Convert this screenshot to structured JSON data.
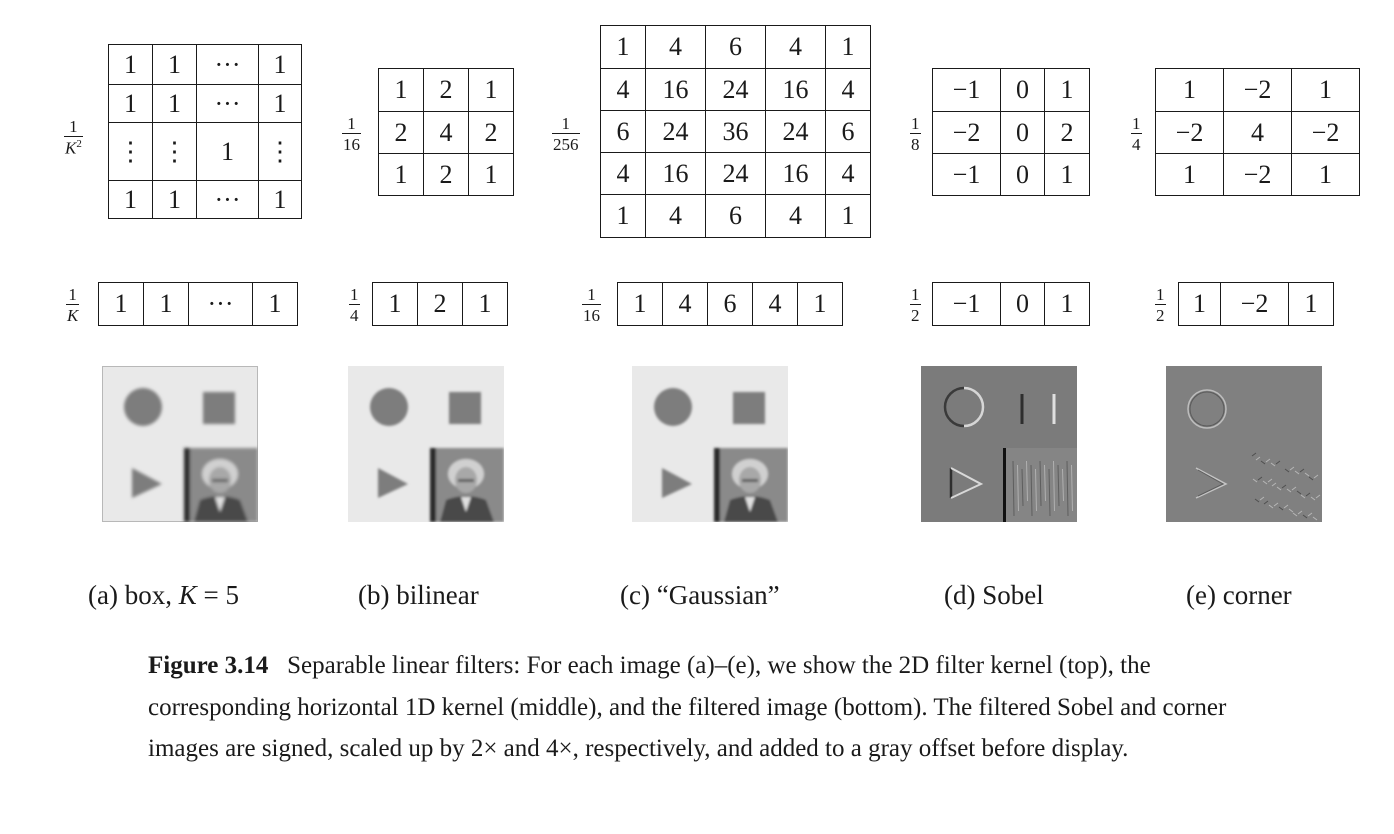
{
  "panels": [
    {
      "id": "a",
      "scale2d": {
        "num": "1",
        "den_var": "K",
        "den_exp": "2"
      },
      "kernel2d": [
        [
          "1",
          "1",
          "···",
          "1"
        ],
        [
          "1",
          "1",
          "···",
          "1"
        ],
        [
          "⋮",
          "⋮",
          "1",
          "⋮"
        ],
        [
          "1",
          "1",
          "···",
          "1"
        ]
      ],
      "scale1d": {
        "num": "1",
        "den_var": "K"
      },
      "kernel1d": [
        "1",
        "1",
        "···",
        "1"
      ],
      "label_prefix": "(a) box, ",
      "label_var": "K",
      "label_suffix": " = 5",
      "image_style": "blur-box"
    },
    {
      "id": "b",
      "scale2d": {
        "num": "1",
        "den": "16"
      },
      "kernel2d": [
        [
          "1",
          "2",
          "1"
        ],
        [
          "2",
          "4",
          "2"
        ],
        [
          "1",
          "2",
          "1"
        ]
      ],
      "scale1d": {
        "num": "1",
        "den": "4"
      },
      "kernel1d": [
        "1",
        "2",
        "1"
      ],
      "label": "(b) bilinear",
      "image_style": "blur"
    },
    {
      "id": "c",
      "scale2d": {
        "num": "1",
        "den": "256"
      },
      "kernel2d": [
        [
          "1",
          "4",
          "6",
          "4",
          "1"
        ],
        [
          "4",
          "16",
          "24",
          "16",
          "4"
        ],
        [
          "6",
          "24",
          "36",
          "24",
          "6"
        ],
        [
          "4",
          "16",
          "24",
          "16",
          "4"
        ],
        [
          "1",
          "4",
          "6",
          "4",
          "1"
        ]
      ],
      "scale1d": {
        "num": "1",
        "den": "16"
      },
      "kernel1d": [
        "1",
        "4",
        "6",
        "4",
        "1"
      ],
      "label": "(c) “Gaussian”",
      "image_style": "blur"
    },
    {
      "id": "d",
      "scale2d": {
        "num": "1",
        "den": "8"
      },
      "kernel2d": [
        [
          "−1",
          "0",
          "1"
        ],
        [
          "−2",
          "0",
          "2"
        ],
        [
          "−1",
          "0",
          "1"
        ]
      ],
      "scale1d": {
        "num": "1",
        "den": "2"
      },
      "kernel1d": [
        "−1",
        "0",
        "1"
      ],
      "label": "(d) Sobel",
      "image_style": "sobel"
    },
    {
      "id": "e",
      "scale2d": {
        "num": "1",
        "den": "4"
      },
      "kernel2d": [
        [
          "1",
          "−2",
          "1"
        ],
        [
          "−2",
          "4",
          "−2"
        ],
        [
          "1",
          "−2",
          "1"
        ]
      ],
      "scale1d": {
        "num": "1",
        "den": "2"
      },
      "kernel1d": [
        "1",
        "−2",
        "1"
      ],
      "label": "(e) corner",
      "image_style": "corner"
    }
  ],
  "caption": {
    "label": "Figure 3.14",
    "text": "Separable linear filters: For each image (a)–(e), we show the 2D filter kernel (top), the corresponding horizontal 1D kernel (middle), and the filtered image (bottom). The filtered Sobel and corner images are signed, scaled up by 2× and 4×, respectively, and added to a gray offset before display."
  }
}
